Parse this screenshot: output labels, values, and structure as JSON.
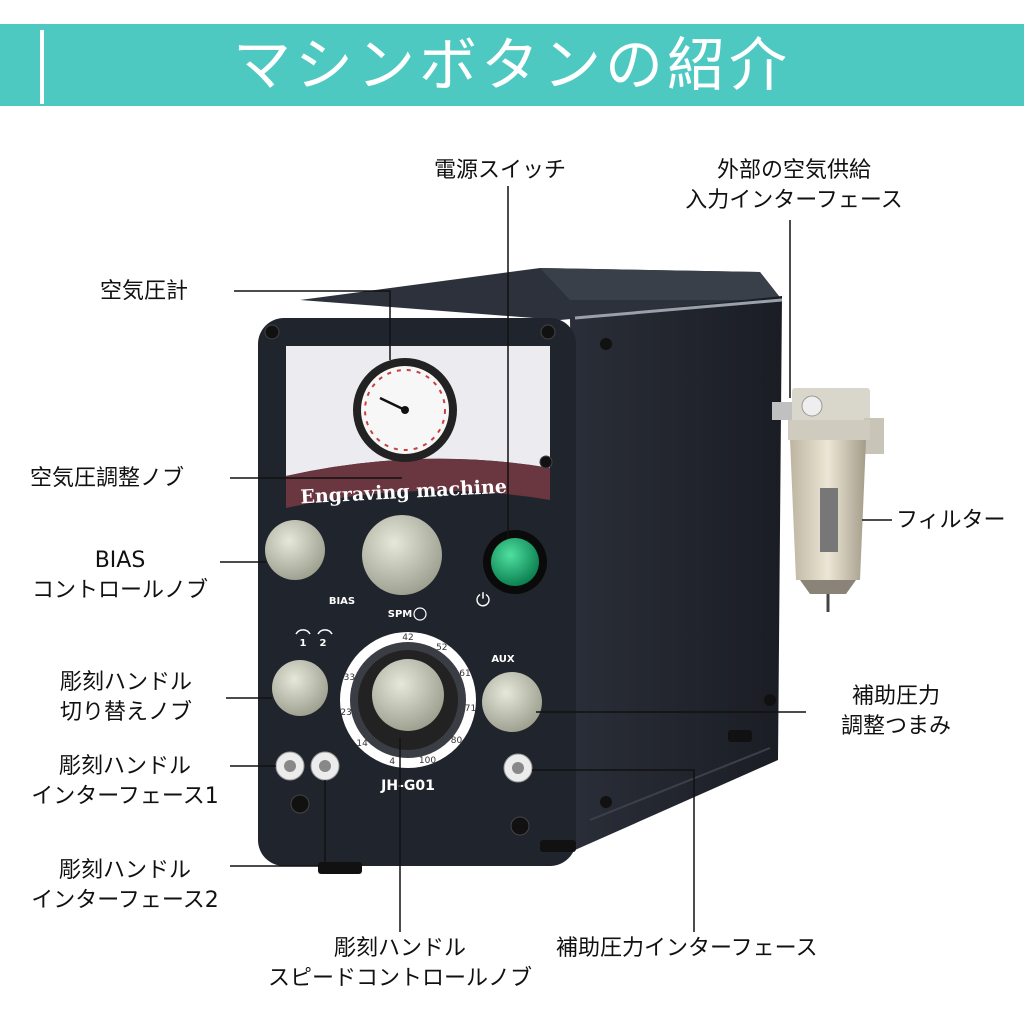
{
  "header": {
    "title": "マシンボタンの紹介"
  },
  "machine": {
    "brand_text": "Engraving machine",
    "model_text": "JH-G01",
    "bias_marking": "BIAS",
    "spm_marking": "SPM",
    "aux_marking": "AUX",
    "handle_numbers": [
      "1",
      "2"
    ],
    "dial_ticks": [
      "42",
      "52",
      "61",
      "71",
      "80",
      "100",
      "4",
      "14",
      "23",
      "33"
    ]
  },
  "labels": {
    "power_switch": "電源スイッチ",
    "air_inlet": [
      "外部の空気供給",
      "入力インターフェース"
    ],
    "gauge": "空気圧計",
    "pressure_knob": "空気圧調整ノブ",
    "bias_knob": [
      "BIAS",
      "コントロールノブ"
    ],
    "filter": "フィルター",
    "handle_switch": [
      "彫刻ハンドル",
      "切り替えノブ"
    ],
    "aux_knob": [
      "補助圧力",
      "調整つまみ"
    ],
    "handle_port1": [
      "彫刻ハンドル",
      "インターフェース1"
    ],
    "handle_port2": [
      "彫刻ハンドル",
      "インターフェース2"
    ],
    "speed_knob": [
      "彫刻ハンドル",
      "スピードコントロールノブ"
    ],
    "aux_port": "補助圧力インターフェース"
  },
  "colors": {
    "banner": "#4ec9c2",
    "body": "#222630",
    "panel": "#e9e9ee",
    "power_button": "#0fa36a"
  }
}
